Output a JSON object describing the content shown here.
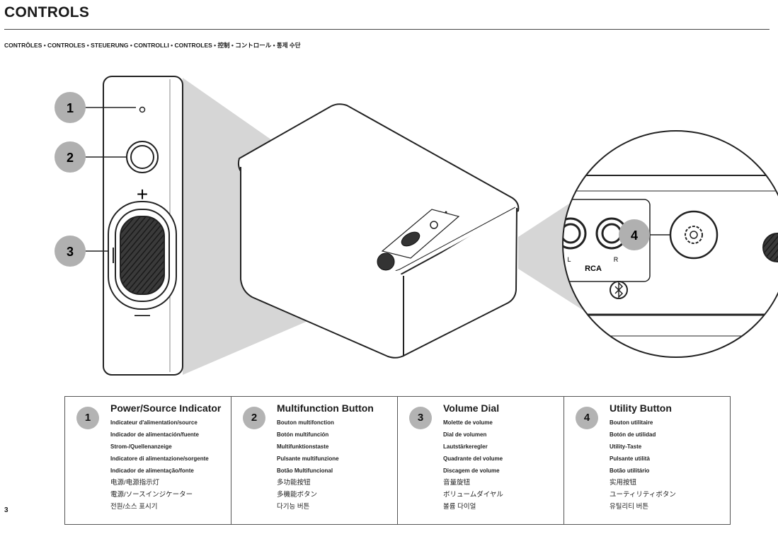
{
  "header": {
    "title": "CONTROLS",
    "subtitle": "CONTRÔLES • CONTROLES • STEUERUNG • CONTROLLI • CONTROLES • 控制 • コントロール • 통제 수단"
  },
  "illustration": {
    "callouts": [
      "1",
      "2",
      "3",
      "4"
    ],
    "volume_plus": "+",
    "volume_minus": "—",
    "rca_label": "RCA",
    "rca_left": "L",
    "rca_right": "R",
    "icons": [
      "power-indicator-icon",
      "multifunction-button-icon",
      "volume-dial-icon",
      "utility-gear-icon",
      "rca-jack-icon",
      "bluetooth-badge-icon"
    ]
  },
  "legend": [
    {
      "number": "1",
      "heading": "Power/Source Indicator",
      "lines": [
        "Indicateur d'alimentation/source",
        "Indicador de alimentación/fuente",
        "Strom-/Quellenanzeige",
        "Indicatore di alimentazione/sorgente",
        "Indicador de alimentação/fonte",
        "电源/电源指示灯",
        "電源/ソースインジケーター",
        "전원/소스 표시기"
      ]
    },
    {
      "number": "2",
      "heading": "Multifunction Button",
      "lines": [
        "Bouton multifonction",
        "Botón multifunción",
        "Multifunktionstaste",
        "Pulsante multifunzione",
        "Botão Multifuncional",
        "多功能按钮",
        "多機能ボタン",
        "다기능 버튼"
      ]
    },
    {
      "number": "3",
      "heading": "Volume Dial",
      "lines": [
        "Molette de volume",
        "Dial de volumen",
        "Lautstärkeregler",
        "Quadrante del volume",
        "Discagem de volume",
        "音量旋钮",
        "ボリュームダイヤル",
        "볼륨 다이얼"
      ]
    },
    {
      "number": "4",
      "heading": "Utility Button",
      "lines": [
        "Bouton utilitaire",
        "Botón de utilidad",
        "Utility-Taste",
        "Pulsante utilità",
        "Botão utilitário",
        "实用按钮",
        "ユーティリティボタン",
        "유틸리티 버튼"
      ]
    }
  ],
  "page_number": "3"
}
